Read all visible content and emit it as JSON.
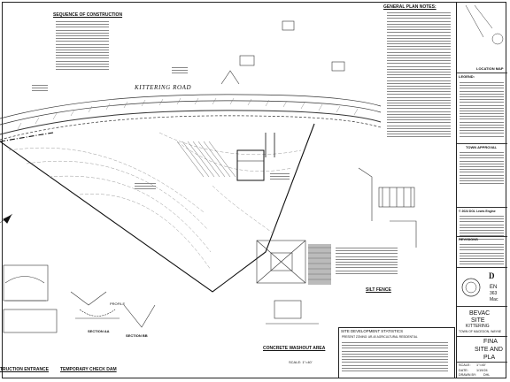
{
  "road": {
    "name": "KITTERING ROAD"
  },
  "sequence": {
    "title": "SEQUENCE OF CONSTRUCTION"
  },
  "general_notes": {
    "title": "GENERAL PLAN NOTES:"
  },
  "site_stats": {
    "title": "SITE DEVELOPMENT STATISTICS",
    "zoning": "PRESENT ZONING:  AR-40 AGRICULTURAL RESIDENTIAL"
  },
  "details": {
    "concrete_washout": "CONCRETE WASHOUT AREA",
    "silt_fence": "SILT FENCE",
    "construction_entrance": "TRUCTION ENTRANCE",
    "temporary_check_dam": "TEMPORARY CHECK DAM",
    "section_aa": "SECTION AA",
    "section_bb": "SECTION BB",
    "profile": "PROFILE",
    "scale": "SCALE: 1\"=40'"
  },
  "title_block": {
    "location_map": "LOCATION MAP",
    "legend": "LEGEND:",
    "town_approval": "TOWN APPROVAL",
    "copyright": "© 2024 DOL Lewis Engine",
    "revisions": "REVISIONS",
    "project_line1": "BEVAC",
    "project_line2": "SITE",
    "project_line3": "KITTERING",
    "project_line4": "TOWN OF MACEDON, WAYNE",
    "sheet_title1": "FINA",
    "sheet_title2": "SITE AND",
    "sheet_title3": "PLA",
    "scale_label": "SCALE:",
    "scale_value": "1\"=40'",
    "date_label": "DATE:",
    "date_value": "1/19/24",
    "drawn_label": "DRAWN BY:",
    "drawn_value": "DHL",
    "firm_initial": "D",
    "firm_line1": "EN",
    "firm_line2": "363",
    "firm_line3": "Mac"
  }
}
